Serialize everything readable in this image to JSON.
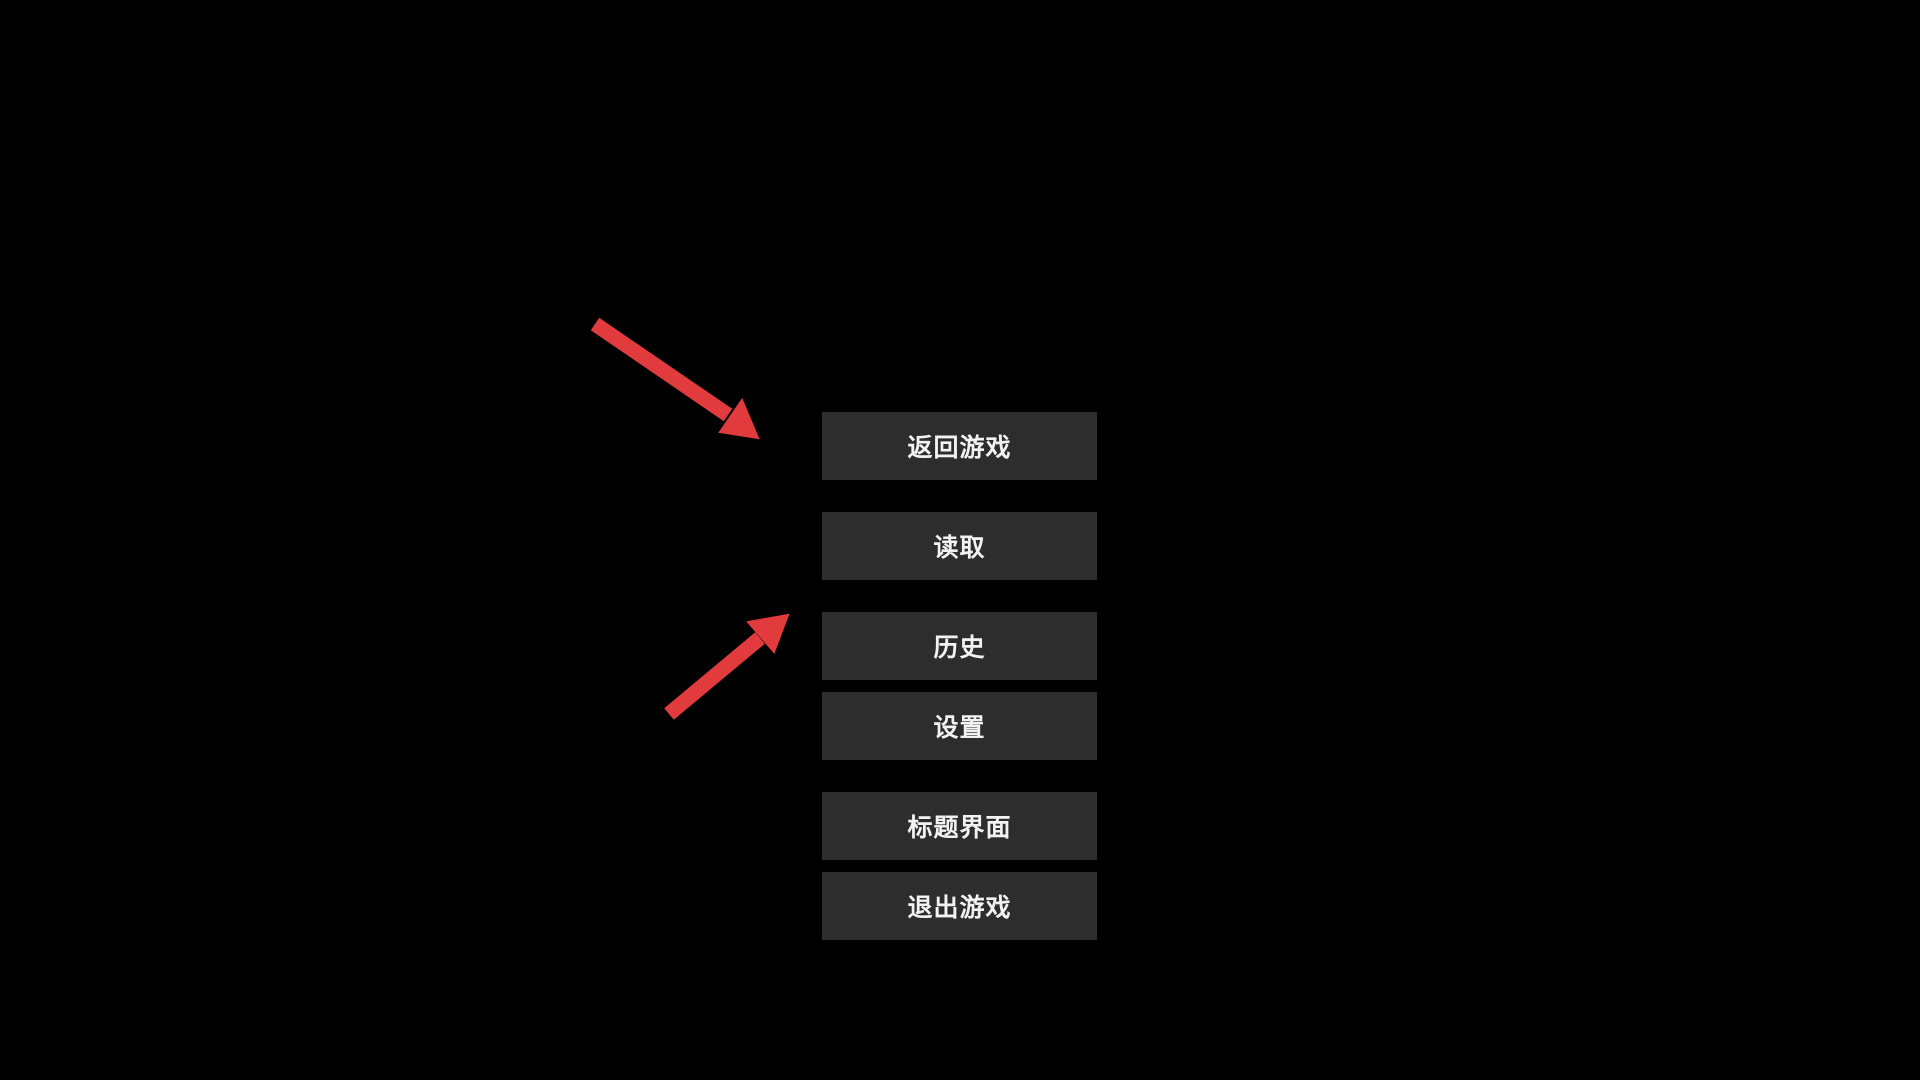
{
  "menu": {
    "items": [
      {
        "label": "返回游戏"
      },
      {
        "label": "读取"
      },
      {
        "label": "历史"
      },
      {
        "label": "设置"
      },
      {
        "label": "标题界面"
      },
      {
        "label": "退出游戏"
      }
    ]
  },
  "annotations": {
    "arrow_color": "#e23b3e"
  }
}
